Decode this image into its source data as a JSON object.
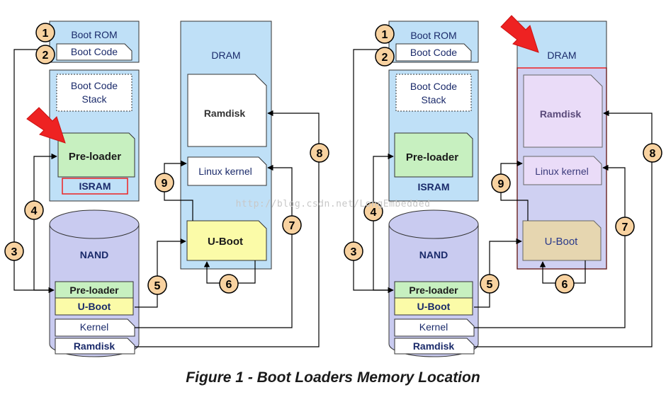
{
  "figure": {
    "caption": "Figure 1 - Boot Loaders Memory Location",
    "watermark": "http://blog.csdn.net/LongEmbedded"
  },
  "colors": {
    "memory_blue": "#bfe0f7",
    "nand_lavender": "#c9cbf0",
    "preloader_green": "#c7f0c0",
    "uboot_yellow": "#fbfba8",
    "uboot_tan": "#e6d6b0",
    "step_circle": "#f8d2a0",
    "highlight_red": "#ee2222",
    "dram_lilac": "#cfd0f2",
    "ramdisk_lilac": "#eadcf8"
  },
  "left_panel": {
    "boot_rom": "Boot ROM",
    "boot_code": "Boot Code",
    "boot_code_stack": [
      "Boot Code",
      "Stack"
    ],
    "preloader": "Pre-loader",
    "isram": "ISRAM",
    "dram": "DRAM",
    "ramdisk": "Ramdisk",
    "linux_kernel": "Linux kernel",
    "uboot": "U-Boot",
    "nand": "NAND",
    "nand_preloader": "Pre-loader",
    "nand_uboot": "U-Boot",
    "nand_kernel": "Kernel",
    "nand_ramdisk": "Ramdisk"
  },
  "right_panel": {
    "boot_rom": "Boot ROM",
    "boot_code": "Boot Code",
    "boot_code_stack": [
      "Boot Code",
      "Stack"
    ],
    "preloader": "Pre-loader",
    "isram": "ISRAM",
    "dram": "DRAM",
    "ramdisk": "Ramdisk",
    "linux_kernel": "Linux kernel",
    "uboot": "U-Boot",
    "nand": "NAND",
    "nand_preloader": "Pre-loader",
    "nand_uboot": "U-Boot",
    "nand_kernel": "Kernel",
    "nand_ramdisk": "Ramdisk"
  },
  "steps": [
    "1",
    "2",
    "3",
    "4",
    "5",
    "6",
    "7",
    "8",
    "9"
  ]
}
